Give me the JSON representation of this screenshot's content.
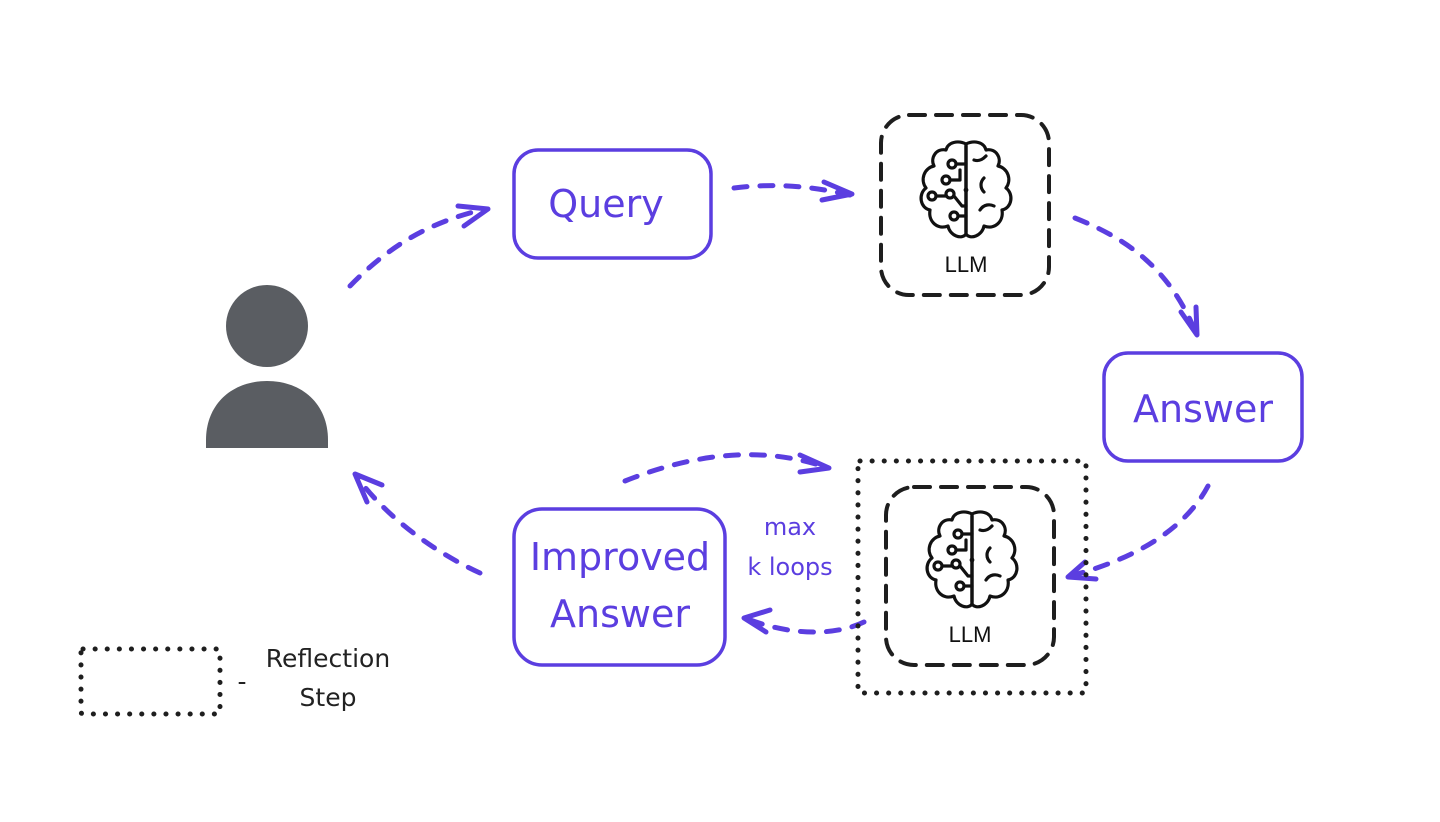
{
  "diagram": {
    "title": "LLM Reflection Loop",
    "colors": {
      "accent": "#5b3ee0",
      "user_icon": "#5a5d62",
      "outline": "#1e1e1e"
    },
    "nodes": {
      "user": {
        "icon": "user-icon"
      },
      "query": {
        "label": "Query"
      },
      "llm_top": {
        "label": "LLM",
        "icon": "brain-icon"
      },
      "answer": {
        "label": "Answer"
      },
      "llm_reflect": {
        "label": "LLM",
        "icon": "brain-icon"
      },
      "improved_answer": {
        "line1": "Improved",
        "line2": "Answer"
      }
    },
    "loop_annotation": {
      "line1": "max",
      "line2": "k loops"
    },
    "legend": {
      "symbol": "dotted-rectangle",
      "dash": "-",
      "line1": "Reflection",
      "line2": "Step"
    },
    "edges": [
      {
        "from": "user",
        "to": "query"
      },
      {
        "from": "query",
        "to": "llm_top"
      },
      {
        "from": "llm_top",
        "to": "answer"
      },
      {
        "from": "answer",
        "to": "llm_reflect"
      },
      {
        "from": "llm_reflect",
        "to": "improved_answer"
      },
      {
        "from": "improved_answer",
        "to": "llm_reflect"
      },
      {
        "from": "improved_answer",
        "to": "user"
      }
    ]
  }
}
